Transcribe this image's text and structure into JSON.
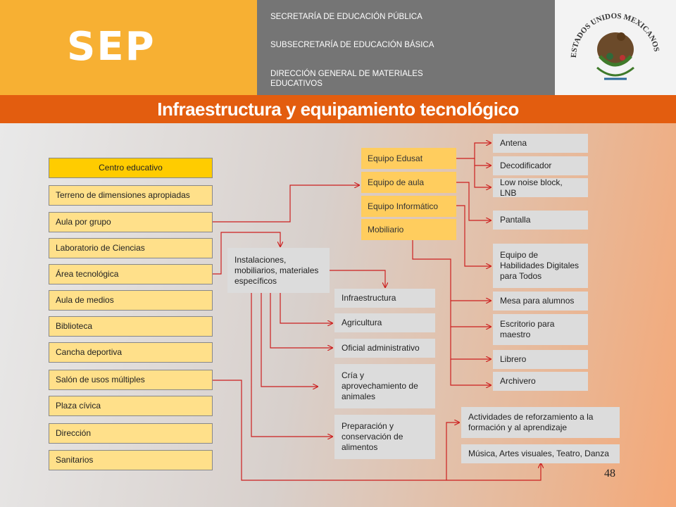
{
  "header": {
    "logo_text": "SEP",
    "org_lines": [
      "SECRETARÍA DE EDUCACIÓN PÚBLICA",
      "SUBSECRETARÍA DE EDUCACIÓN BÁSICA",
      "DIRECCIÓN GENERAL DE MATERIALES EDUCATIVOS"
    ],
    "seal_text": "ESTADOS UNIDOS MEXICANOS"
  },
  "title": "Infraestructura y equipamiento tecnológico",
  "left_column": {
    "header": "Centro educativo",
    "items": [
      "Terreno de dimensiones apropiadas",
      "Aula por grupo",
      "Laboratorio de Ciencias",
      "Área tecnológica",
      "Aula de medios",
      "Biblioteca",
      "Cancha deportiva",
      "Salón de usos múltiples",
      "Plaza cívica",
      "Dirección",
      "Sanitarios"
    ]
  },
  "equipment": [
    "Equipo Edusat",
    "Equipo de aula",
    "Equipo Informático",
    "Mobiliario"
  ],
  "facilities": {
    "main": "Instalaciones, mobiliarios, materiales específicos",
    "items": [
      "Infraestructura",
      "Agricultura",
      "Oficial administrativo",
      "Cría y aprovechamiento de animales",
      "Preparación y conservación de alimentos"
    ]
  },
  "right_items": [
    "Antena",
    "Decodificador",
    "Low noise block, LNB",
    "Pantalla",
    "Equipo de Habilidades Digitales para Todos",
    "Mesa para alumnos",
    "Escritorio para maestro",
    "Librero",
    "Archivero"
  ],
  "activities": [
    "Actividades de reforzamiento a la formación y al aprendizaje",
    "Música, Artes visuales, Teatro, Danza"
  ],
  "page_number": "48",
  "colors": {
    "orange": "#f7b033",
    "title_bar": "#e35d0f",
    "gray_band": "#757575",
    "line": "#cc1f1f"
  }
}
